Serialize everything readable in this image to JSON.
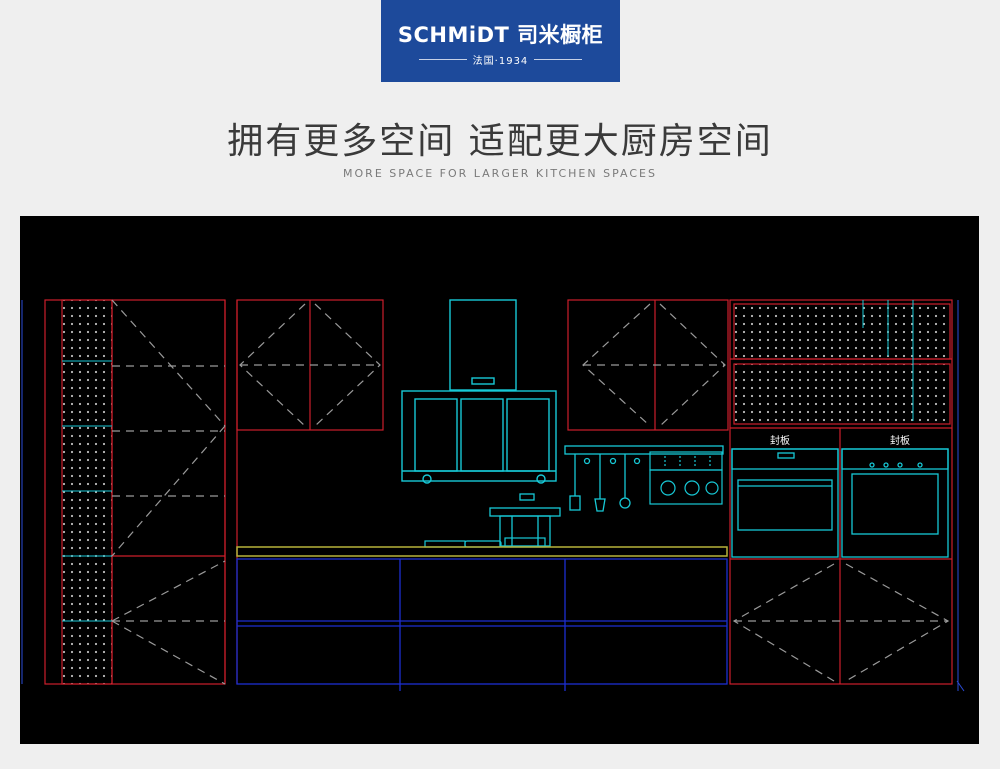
{
  "logo": {
    "brand": "SCHMiDT 司米橱柜",
    "tagline": "法国·1934"
  },
  "heading": {
    "title": "拥有更多空间 适配更大厨房空间",
    "subtitle": "MORE SPACE FOR LARGER KITCHEN SPACES"
  },
  "drawing": {
    "appliance_labels": [
      "封板",
      "封板"
    ],
    "colors": {
      "background": "#000000",
      "cabinet_red": "#cc1f2b",
      "appliance_cyan": "#17c9d6",
      "dash_gray": "#9a9a9a",
      "countertop_yellow": "#b8b23a",
      "base_blue": "#1c2fd1"
    }
  }
}
